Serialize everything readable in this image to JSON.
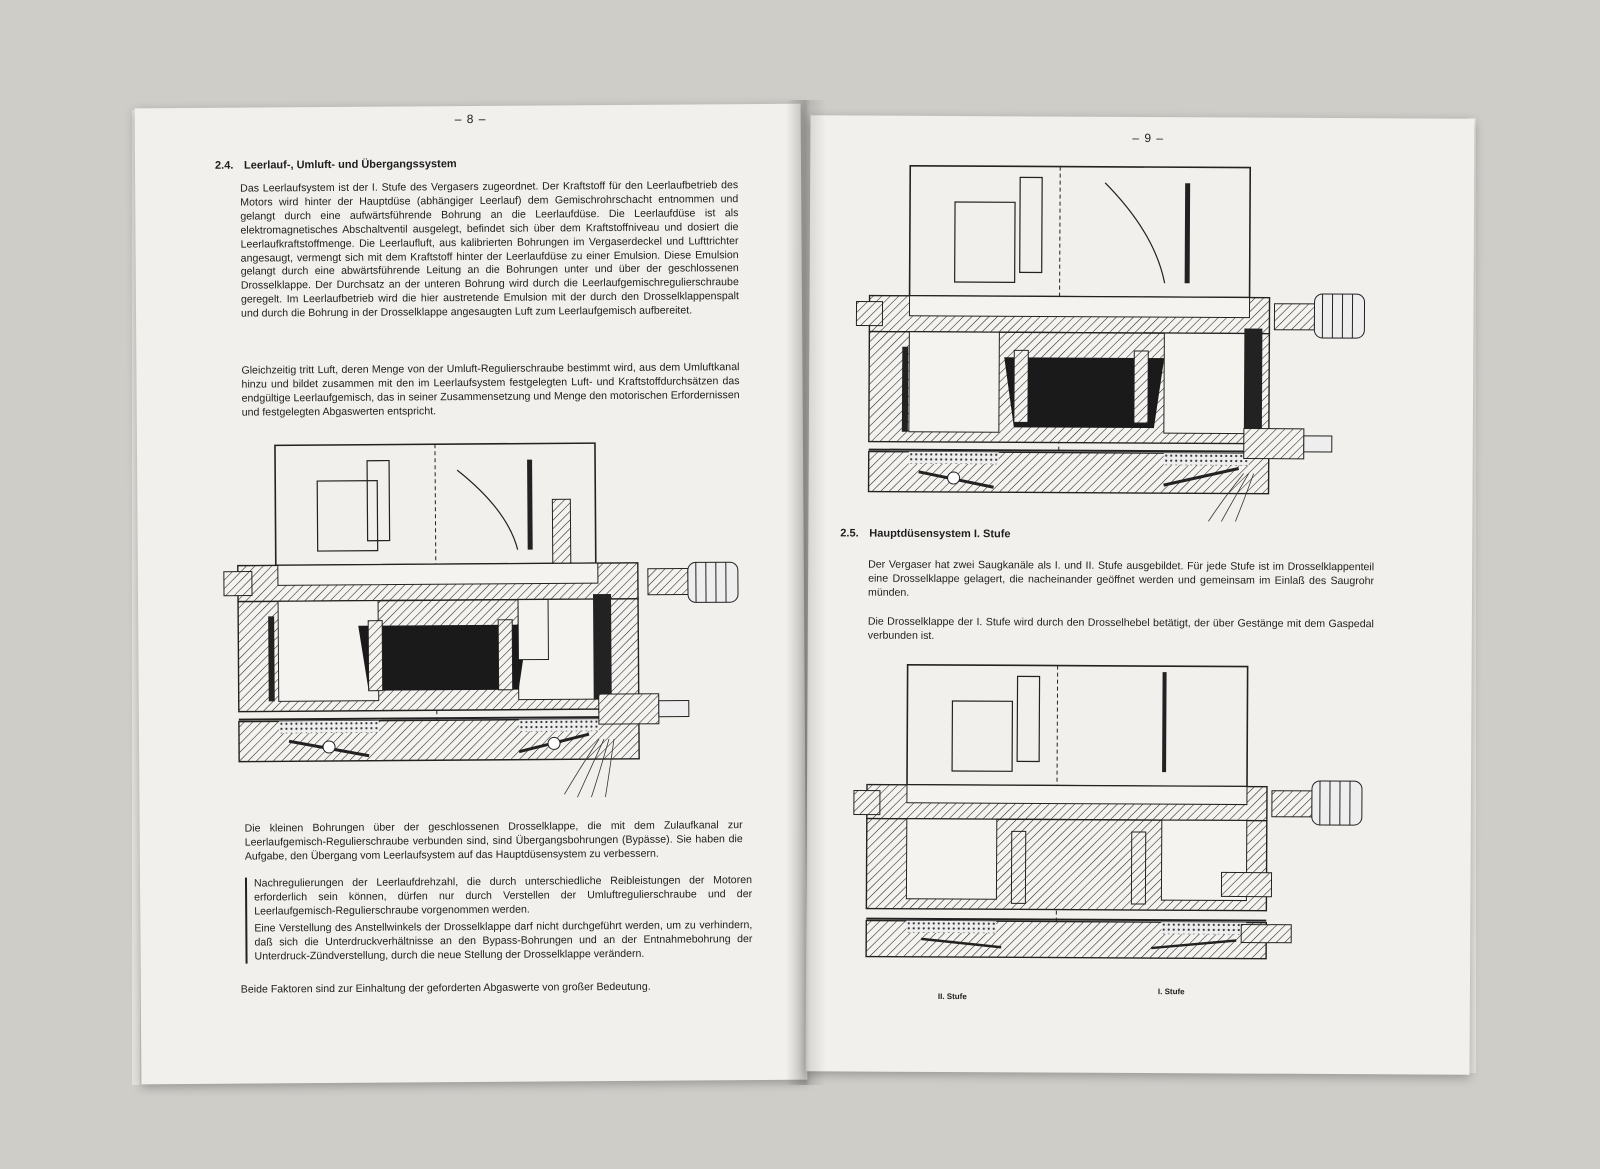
{
  "left_page": {
    "page_number": "– 8 –",
    "section": {
      "number": "2.4.",
      "title": "Leerlauf-, Umluft- und Übergangssystem"
    },
    "paragraphs": [
      "Das Leerlaufsystem ist der I. Stufe des Vergasers zugeordnet. Der Kraftstoff für den Leerlaufbetrieb des Motors wird hinter der Hauptdüse (abhängiger Leerlauf) dem Gemischrohrschacht entnommen und gelangt durch eine aufwärtsführende Bohrung an die Leerlaufdüse. Die Leerlaufdüse ist als elektromagnetisches Abschaltventil ausgelegt, befindet sich über dem Kraftstoffniveau und dosiert die Leerlaufkraftstoffmenge. Die Leerlaufluft, aus kalibrierten Bohrungen im Vergaserdeckel und Lufttrichter angesaugt, vermengt sich mit dem Kraftstoff hinter der Leerlaufdüse zu einer Emulsion. Diese Emulsion gelangt durch eine abwärtsführende Leitung an die Bohrungen unter und über der geschlossenen Drosselklappe. Der Durchsatz an der unteren Bohrung wird durch die Leerlaufgemischregulierschraube geregelt. Im Leerlaufbetrieb wird die hier austretende Emulsion mit der durch den Drosselklappenspalt und durch die Bohrung in der Drosselklappe angesaugten Luft zum Leerlaufgemisch aufbereitet.",
      "Gleichzeitig tritt Luft, deren Menge von der Umluft-Regulierschraube bestimmt wird, aus dem Umluftkanal hinzu und bildet zusammen mit den im Leerlaufsystem festgelegten Luft- und Kraftstoffdurchsätzen das endgültige Leerlaufgemisch, das in seiner Zusammensetzung und Menge den motorischen Erfordernissen und festgelegten Abgaswerten entspricht.",
      "Die kleinen Bohrungen über der geschlossenen Drosselklappe, die mit dem Zulaufkanal zur Leerlaufgemisch-Regulierschraube verbunden sind, sind Übergangsbohrungen (Bypässe). Sie haben die Aufgabe, den Übergang vom Leerlaufsystem auf das Hauptdüsensystem zu verbessern."
    ],
    "notes": [
      "Nachregulierungen der Leerlaufdrehzahl, die durch unterschiedliche Reibleistungen der Motoren erforderlich sein können, dürfen nur durch Verstellen der Umluftregulierschraube und der Leerlaufgemisch-Regulierschraube vorgenommen werden.",
      "Eine Verstellung des Anstellwinkels der Drosselklappe darf nicht durchgeführt werden, um zu verhindern, daß sich die Unterdruckverhältnisse an den Bypass-Bohrungen und an der Entnahmebohrung der Unterdruck-Zündverstellung, durch die neue Stellung der Drosselklappe verändern."
    ],
    "closing": "Beide Faktoren sind zur Einhaltung der geforderten Abgaswerte von großer Bedeutung."
  },
  "right_page": {
    "page_number": "– 9 –",
    "section": {
      "number": "2.5.",
      "title": "Hauptdüsensystem I. Stufe"
    },
    "paragraphs": [
      "Der Vergaser hat zwei Saugkanäle als I. und II. Stufe ausgebildet. Für jede Stufe ist im Drosselklappenteil eine Drosselklappe gelagert, die nacheinander geöffnet werden und gemeinsam im Einlaß des Saugrohr münden.",
      "Die Drosselklappe der I. Stufe wird durch den Drosselhebel betätigt, der über Gestänge mit dem Gaspedal verbunden ist."
    ],
    "figure_labels": {
      "left": "II. Stufe",
      "right": "I. Stufe"
    }
  },
  "colors": {
    "paper": "#f1f0ec",
    "ink": "#1e1e1e",
    "background": "#cfcdc8"
  }
}
